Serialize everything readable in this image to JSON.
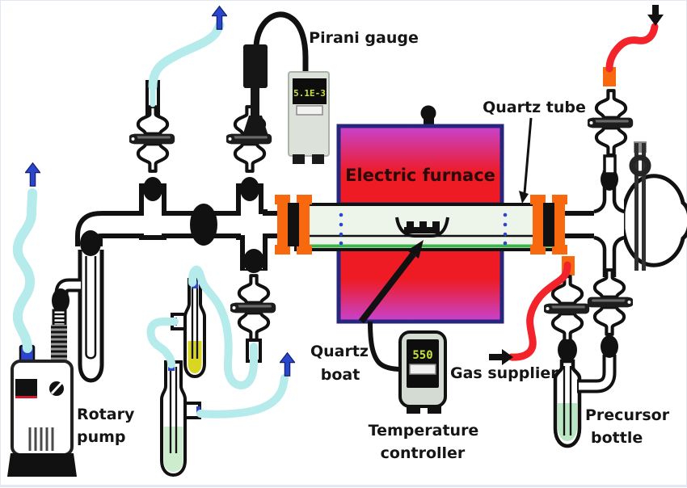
{
  "figure": {
    "type": "schematic-diagram",
    "subject": "Thermal CVD vacuum furnace system",
    "labels": {
      "pirani_gauge": "Pirani gauge",
      "quartz_tube": "Quartz tube",
      "electric_furnace": "Electric furnace",
      "quartz_boat": [
        "Quartz",
        "boat"
      ],
      "temperature_controller": [
        "Temperature",
        "controller"
      ],
      "gas_supplier": "Gas supplier",
      "precursor_bottle": [
        "Precursor",
        "bottle"
      ],
      "rotary_pump": [
        "Rotary",
        "pump"
      ]
    },
    "readouts": {
      "pirani_pressure": "5.1E-3",
      "furnace_temperature": "550"
    },
    "icons": {
      "vent": "arrow-up",
      "gas_inlet": "arrow-down",
      "gas_feed": "arrow-right"
    },
    "colors": {
      "tube_cyan": "#b5ebea",
      "gas_line_red": "#f2232b",
      "flange_orange": "#f8680e",
      "furnace_magenta": "#c743d1",
      "furnace_red": "#ee1b24",
      "arrow_blue": "#2946cc",
      "display_green": "#c6e23b",
      "quartz_glass": "#edf4e9",
      "quartz_green_edge": "#3cb54d",
      "liquid_yellow": "#d9d621",
      "liquid_light_green": "#cdeccd",
      "precursor_green": "#b9e6c3"
    }
  }
}
